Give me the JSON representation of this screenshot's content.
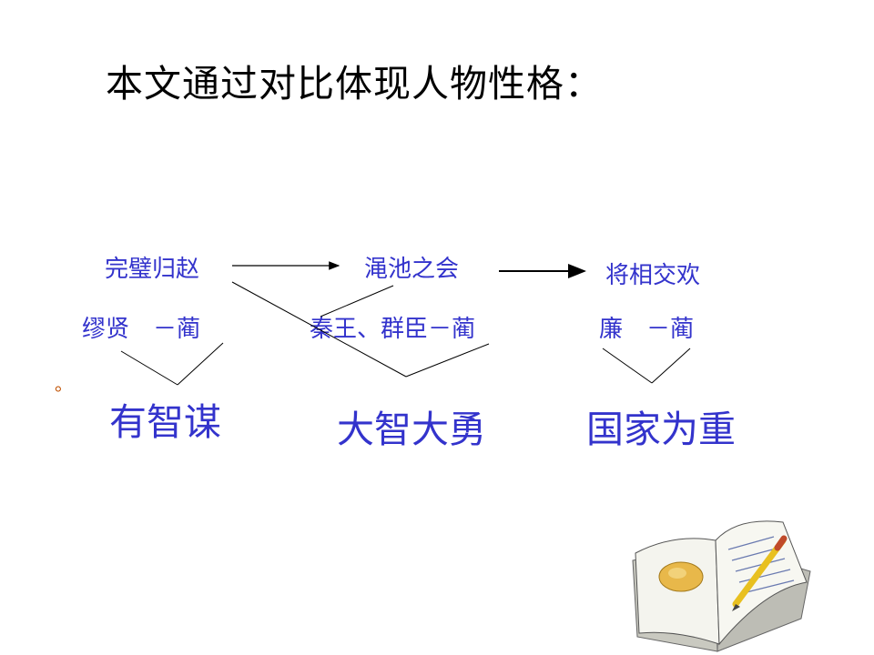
{
  "slide": {
    "title": "本文通过对比体现人物性格：",
    "bullet": "。",
    "events": [
      "完璧归赵",
      "渑池之会",
      "将相交欢"
    ],
    "persons": [
      "缪贤　－蔺",
      "秦王、群臣－蔺",
      "廉　－蔺"
    ],
    "traits": [
      "有智谋",
      "大智大勇",
      "国家为重"
    ]
  },
  "colors": {
    "text_blue": "#3333cc",
    "title": "#000000",
    "bullet": "#c05000"
  },
  "icons": {
    "book": "open-book-with-pencil-icon"
  }
}
